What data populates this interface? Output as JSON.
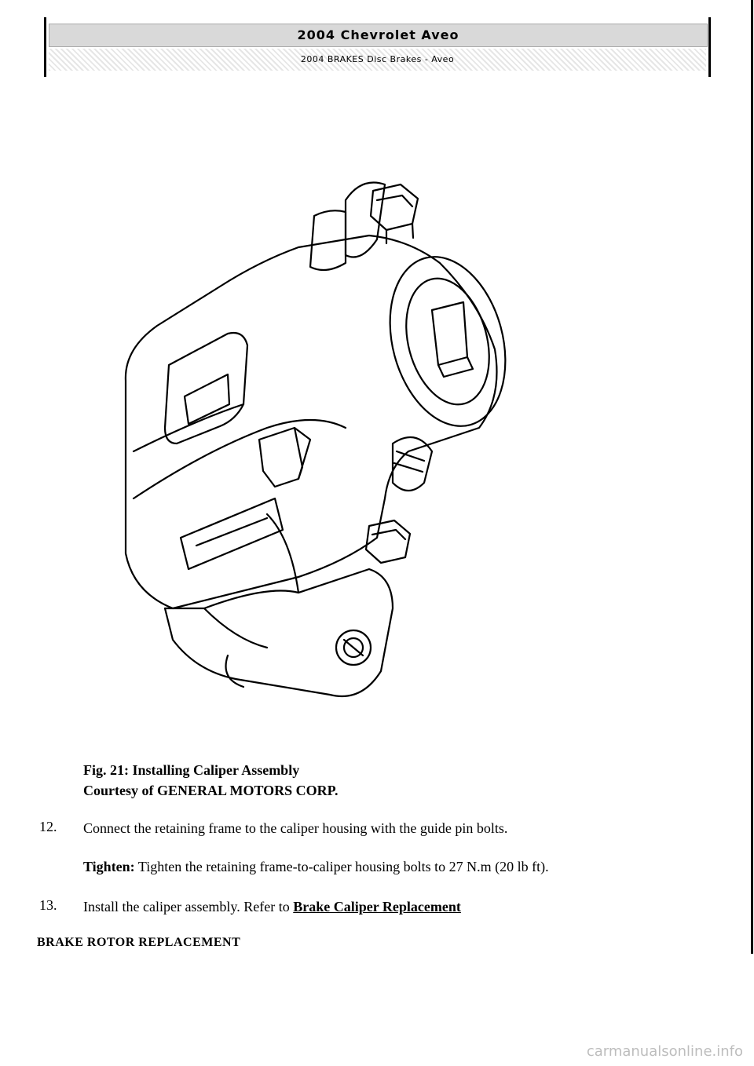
{
  "header": {
    "title": "2004 Chevrolet Aveo",
    "subtitle": "2004 BRAKES Disc Brakes - Aveo"
  },
  "figure": {
    "caption_line1": "Fig. 21: Installing Caliper Assembly",
    "caption_line2": "Courtesy of GENERAL MOTORS CORP."
  },
  "steps": [
    {
      "number": "12.",
      "text": "Connect the retaining frame to the caliper housing with the guide pin bolts."
    },
    {
      "tighten_label": "Tighten:",
      "tighten_text": " Tighten the retaining frame-to-caliper housing bolts to 27 N.m (20 lb ft)."
    },
    {
      "number": "13.",
      "text": "Install the caliper assembly. Refer to ",
      "link": "Brake Caliper Replacement"
    }
  ],
  "section_heading": "BRAKE ROTOR REPLACEMENT",
  "watermark": "carmanualsonline.info"
}
